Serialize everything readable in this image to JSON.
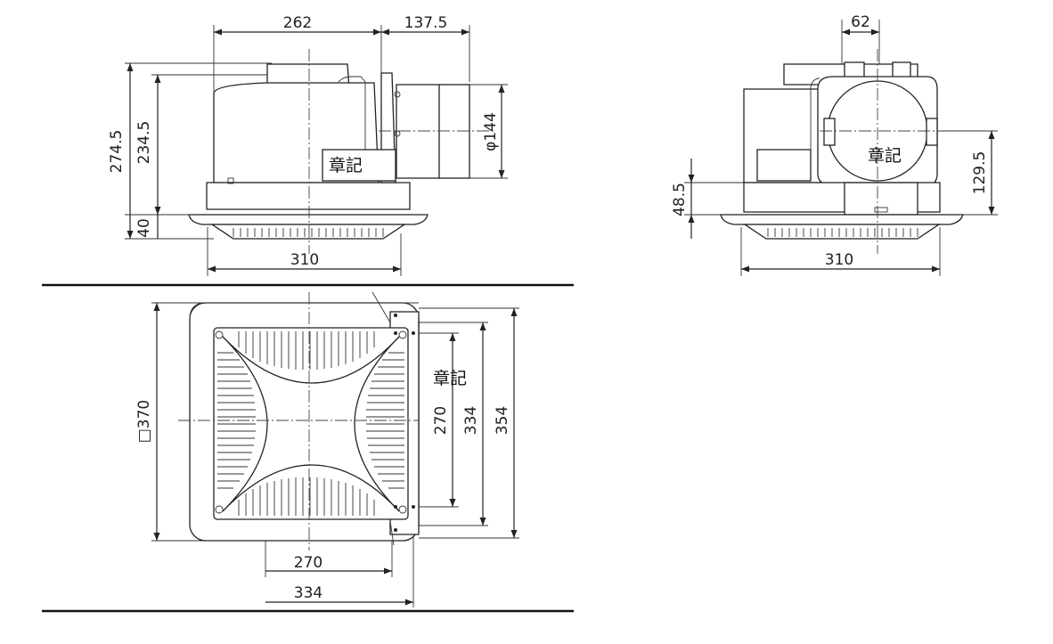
{
  "marks": {
    "stamp": "章記"
  },
  "side_view": {
    "dims": {
      "top_left": "262",
      "top_right": "137.5",
      "height_total": "274.5",
      "height_body": "234.5",
      "height_grille": "40",
      "duct_diameter": "φ144",
      "bottom_width": "310"
    }
  },
  "front_view": {
    "dims": {
      "top_duct": "62",
      "height_grille": "48.5",
      "height_duct": "129.5",
      "bottom_width": "310"
    }
  },
  "plan_view": {
    "dims": {
      "panel_square": "□370",
      "mount_inner_v": "270",
      "mount_mid_v": "334",
      "mount_outer_v": "354",
      "mount_inner_h": "270",
      "mount_outer_h": "334"
    }
  }
}
